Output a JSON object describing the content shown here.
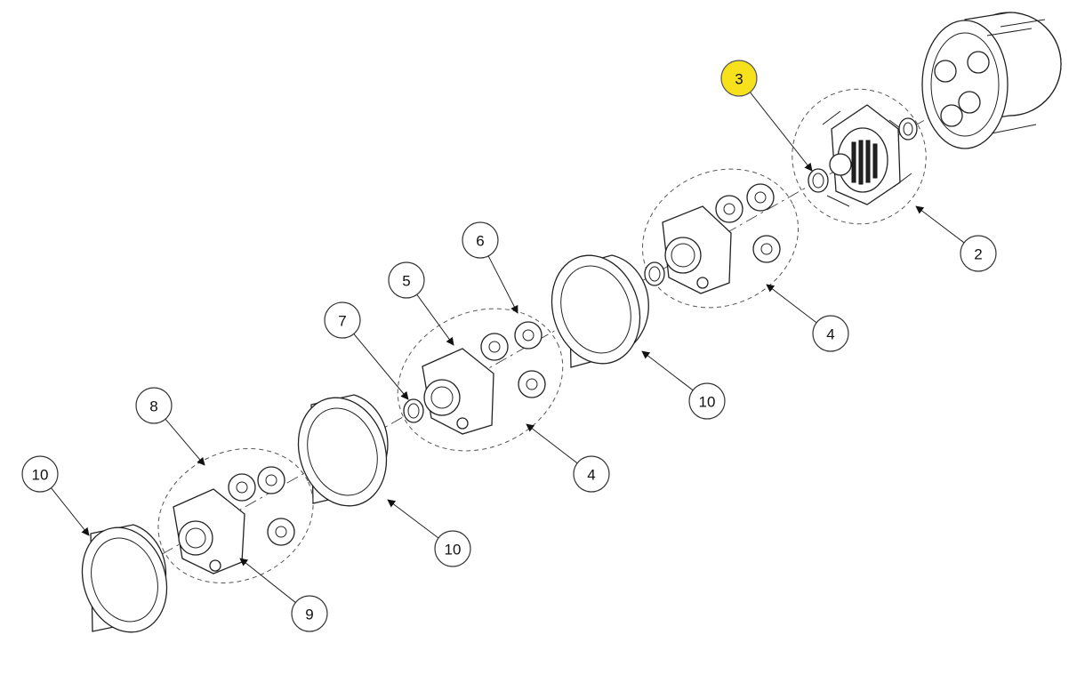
{
  "colors": {
    "highlight": "#f7e01c",
    "line": "#222222"
  },
  "callouts": [
    {
      "id": "c3",
      "label": "3",
      "highlighted": true
    },
    {
      "id": "c2",
      "label": "2",
      "highlighted": false
    },
    {
      "id": "c4a",
      "label": "4",
      "highlighted": false
    },
    {
      "id": "c10a",
      "label": "10",
      "highlighted": false
    },
    {
      "id": "c6",
      "label": "6",
      "highlighted": false
    },
    {
      "id": "c5",
      "label": "5",
      "highlighted": false
    },
    {
      "id": "c7",
      "label": "7",
      "highlighted": false
    },
    {
      "id": "c4b",
      "label": "4",
      "highlighted": false
    },
    {
      "id": "c8",
      "label": "8",
      "highlighted": false
    },
    {
      "id": "c10b",
      "label": "10",
      "highlighted": false
    },
    {
      "id": "c10c",
      "label": "10",
      "highlighted": false
    },
    {
      "id": "c9",
      "label": "9",
      "highlighted": false
    }
  ]
}
